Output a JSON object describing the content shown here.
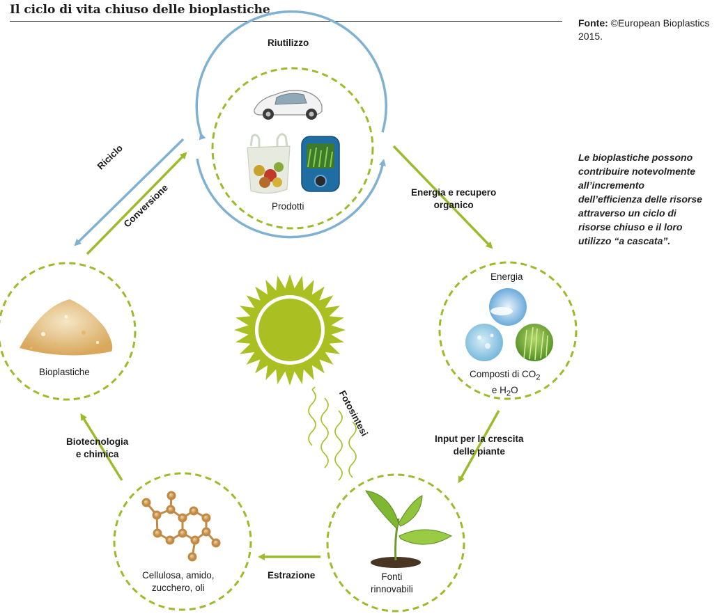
{
  "header": {
    "title": "Il ciclo di vita chiuso delle bioplastiche",
    "source_label": "Fonte:",
    "source_text": "©European Bioplastics 2015.",
    "note": "Le bioplastiche possono contribuire notevolmente all’incremento dell’efficienza delle risorse attraverso un ciclo di risorse chiuso e il loro utilizzo “a cascata”."
  },
  "nodes": {
    "prodotti": "Prodotti",
    "energia": "Energia",
    "composti_line1": "Composti di CO",
    "composti_sub1": "2",
    "composti_line2_a": "e H",
    "composti_sub2": "2",
    "composti_line2_b": "O",
    "fonti_line1": "Fonti",
    "fonti_line2": "rinnovabili",
    "cellulosa_line1": "Cellulosa, amido,",
    "cellulosa_line2": "zucchero, oli",
    "bioplastiche": "Bioplastiche"
  },
  "arrows": {
    "riutilizzo": "Riutilizzo",
    "riciclo": "Riciclo",
    "conversione": "Conversione",
    "energia_recupero_1": "Energia e recupero",
    "energia_recupero_2": "organico",
    "input_1": "Input per la crescita",
    "input_2": "delle piante",
    "estrazione": "Estrazione",
    "biotec_1": "Biotecnologia",
    "biotec_2": "e chimica",
    "fotosintesi": "Fotosintesi"
  },
  "colors": {
    "green": "#9bbb2b",
    "blue": "#7fb1d3",
    "sun": "#a9bf22",
    "text": "#1a1a1a"
  }
}
